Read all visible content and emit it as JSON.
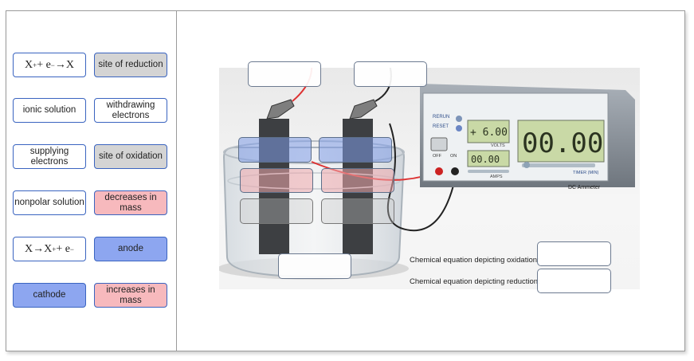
{
  "tiles": [
    {
      "label": "X",
      "sup1": "+",
      "rest": " + e",
      "sup2": "−",
      "arrow": "→X"
    },
    {
      "label": "site of reduction"
    },
    {
      "label": "ionic solution"
    },
    {
      "label": "withdrawing electrons"
    },
    {
      "label": "supplying electrons"
    },
    {
      "label": "site of oxidation"
    },
    {
      "label": "nonpolar solution"
    },
    {
      "label": "decreases in mass"
    },
    {
      "label": "X→X",
      "sup1": "+",
      "rest": " + e",
      "sup2": "−"
    },
    {
      "label": "anode"
    },
    {
      "label": "cathode"
    },
    {
      "label": "increases in mass"
    }
  ],
  "meter": {
    "rerun": "RERUN",
    "reset": "RESET",
    "volts_value": "+ 6.00",
    "volts_label": "VOLTS",
    "amps_value": "00.00",
    "amps_label": "AMPS",
    "timer_value": "00.00",
    "timer_label": "TIMER (MIN)",
    "brand": "DC Ammeter",
    "off": "OFF",
    "on": "ON",
    "plus": "+",
    "minus": "−"
  },
  "equations": {
    "oxidation_label": "Chemical equation depicting oxidation:",
    "reduction_label": "Chemical equation depicting reduction:"
  },
  "colors": {
    "tile_border": "#3a64c0",
    "gray": "#d4d4d4",
    "pink": "#f7b9bd",
    "blue": "#8da6f0",
    "lcd": "#c9d9a6"
  }
}
